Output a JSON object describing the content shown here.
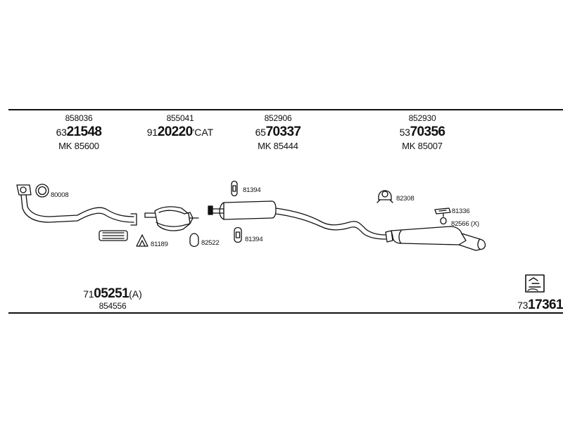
{
  "groups": [
    {
      "code": "858036",
      "part_prefix": "63",
      "part_main": "21548",
      "part_suffix": "",
      "mk": "MK 85600"
    },
    {
      "code": "855041",
      "part_prefix": "91",
      "part_main": "20220",
      "part_suffix": "ʹCAT",
      "mk": ""
    },
    {
      "code": "852906",
      "part_prefix": "65",
      "part_main": "70337",
      "part_suffix": "",
      "mk": "MK 85444"
    },
    {
      "code": "852930",
      "part_prefix": "53",
      "part_main": "70356",
      "part_suffix": "",
      "mk": "MK 85007"
    }
  ],
  "labels": {
    "gasket_front": "80008",
    "clamp_front": "81189",
    "clamp_cat": "82522",
    "hanger_top": "81394",
    "hanger_bottom": "81394",
    "rubber_mount": "82308",
    "rear_bracket": "81336",
    "rear_note": "82566 (X)"
  },
  "bottom_left": {
    "part_prefix": "71",
    "part_main": "05251",
    "part_suffix": "(A)",
    "code": "854556"
  },
  "bottom_right": {
    "part_prefix": "73",
    "part_main": "17361"
  }
}
